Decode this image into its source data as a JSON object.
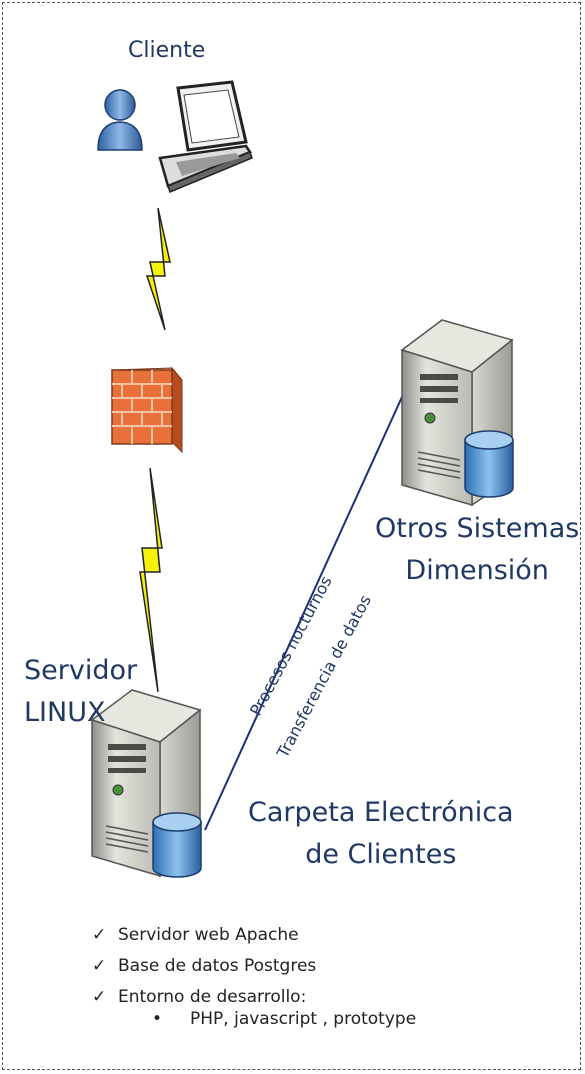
{
  "client": {
    "label": "Cliente"
  },
  "server": {
    "label_line1": "Servidor",
    "label_line2": "LINUX"
  },
  "other_systems": {
    "label_line1": "Otros Sistemas",
    "label_line2": "Dimensión"
  },
  "carpeta": {
    "label_line1": "Carpeta Electrónica",
    "label_line2": "de Clientes"
  },
  "connection": {
    "label1": "Procesos nocturnos",
    "label2": "Transferencia de datos"
  },
  "features": [
    {
      "check": "✓",
      "text": "Servidor web Apache"
    },
    {
      "check": "✓",
      "text": "Base de datos Postgres"
    },
    {
      "check": "✓",
      "text": "Entorno de desarrollo:"
    }
  ],
  "sub_features": {
    "bullet": "•",
    "text": "PHP, javascript , prototype"
  },
  "colors": {
    "title": "#1F3864",
    "lightning": "#F5F20A",
    "firewall": "#E8703A",
    "link": "#1F2E7A"
  }
}
